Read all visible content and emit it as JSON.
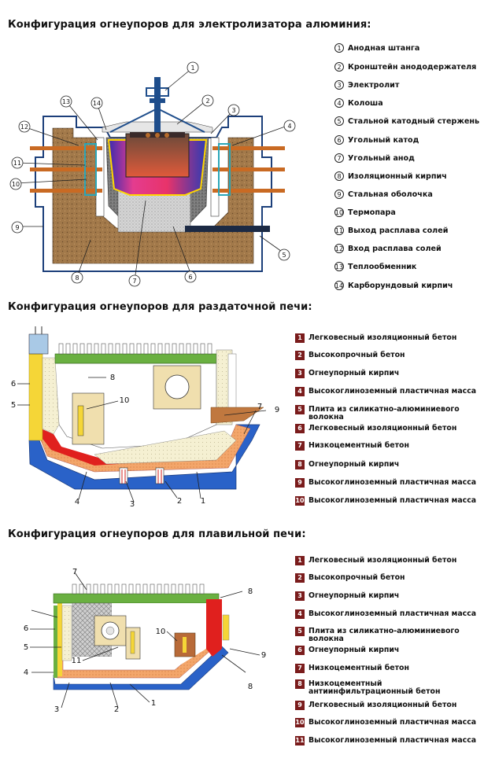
{
  "section1": {
    "title": "Конфигурация огнеупоров для электролизатора алюминия:",
    "legend": [
      {
        "num": "1",
        "label": "Анодная штанга"
      },
      {
        "num": "2",
        "label": "Кронштейн анододержателя"
      },
      {
        "num": "3",
        "label": "Электролит"
      },
      {
        "num": "4",
        "label": "Колоша"
      },
      {
        "num": "5",
        "label": "Стальной катодный стержень"
      },
      {
        "num": "6",
        "label": "Угольный катод"
      },
      {
        "num": "7",
        "label": "Угольный анод"
      },
      {
        "num": "8",
        "label": "Изоляционный кирпич"
      },
      {
        "num": "9",
        "label": "Стальная оболочка"
      },
      {
        "num": "10",
        "label": "Термопара"
      },
      {
        "num": "11",
        "label": "Выход расплава солей"
      },
      {
        "num": "12",
        "label": "Вход расплава солей"
      },
      {
        "num": "13",
        "label": "Теплообменник"
      },
      {
        "num": "14",
        "label": "Карборундовый кирпич"
      }
    ]
  },
  "section2": {
    "title": "Конфигурация огнеупоров для раздаточной печи:",
    "legend": [
      {
        "num": "1",
        "label": "Легковесный изоляционный бетон"
      },
      {
        "num": "2",
        "label": "Высокопрочный бетон"
      },
      {
        "num": "3",
        "label": "Огнеупорный кирпич"
      },
      {
        "num": "4",
        "label": "Высокоглиноземный пластичная масса"
      },
      {
        "num": "5",
        "label": "Плита из силикатно-алюминиевого волокна"
      },
      {
        "num": "6",
        "label": "Легковесный изоляционный бетон"
      },
      {
        "num": "7",
        "label": "Низкоцементный бетон"
      },
      {
        "num": "8",
        "label": "Огнеупорный кирпич"
      },
      {
        "num": "9",
        "label": "Высокоглиноземный пластичная масса"
      },
      {
        "num": "10",
        "label": "Высокоглиноземный пластичная масса"
      }
    ]
  },
  "section3": {
    "title": "Конфигурация огнеупоров для плавильной печи:",
    "legend": [
      {
        "num": "1",
        "label": "Легковесный изоляционный бетон"
      },
      {
        "num": "2",
        "label": "Высокопрочный бетон"
      },
      {
        "num": "3",
        "label": "Огнеупорный кирпич"
      },
      {
        "num": "4",
        "label": "Высокоглиноземный пластичная масса"
      },
      {
        "num": "5",
        "label": "Плита из силикатно-алюминиевого волокна"
      },
      {
        "num": "6",
        "label": "Огнеупорный кирпич"
      },
      {
        "num": "7",
        "label": "Низкоцементный бетон"
      },
      {
        "num": "8",
        "label": "Низкоцементный антиинфильтрационный бетон"
      },
      {
        "num": "9",
        "label": "Легковесный изоляционный бетон"
      },
      {
        "num": "10",
        "label": "Высокоглиноземный пластичная масса"
      },
      {
        "num": "11",
        "label": "Высокоглиноземный пластичная масса"
      }
    ]
  },
  "diagram1_callouts": [
    "1",
    "2",
    "3",
    "4",
    "5",
    "6",
    "7",
    "8",
    "9",
    "10",
    "11",
    "12",
    "13",
    "14"
  ],
  "diagram2_callouts": [
    "1",
    "2",
    "3",
    "4",
    "5",
    "6",
    "7",
    "8",
    "9",
    "10"
  ],
  "diagram3_callouts": [
    "1",
    "2",
    "3",
    "4",
    "5",
    "6",
    "7",
    "8",
    "8",
    "9",
    "10",
    "11"
  ],
  "colors": {
    "legend_badge": "#7a1c1c",
    "brick_fill": "#a07a4a",
    "steel_blue": "#1f4e8c",
    "electrolyte_magenta": "#e0309a",
    "refractory_red": "#e0201e",
    "insulation_yellow": "#f5d637",
    "concrete_green": "#6ab041",
    "castable_orange": "#f2a566"
  }
}
